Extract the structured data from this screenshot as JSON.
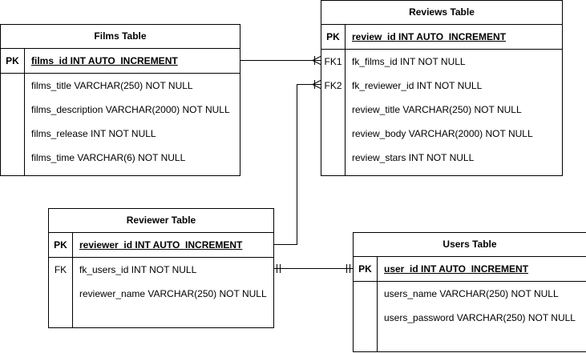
{
  "films": {
    "title": "Films Table",
    "pk_label": "PK",
    "pk_field": "films_id INT AUTO_INCREMENT",
    "fields": [
      "films_title VARCHAR(250) NOT NULL",
      "films_description VARCHAR(2000) NOT NULL",
      "films_release INT NOT NULL",
      "films_time VARCHAR(6) NOT NULL"
    ]
  },
  "reviews": {
    "title": "Reviews Table",
    "pk_label": "PK",
    "pk_field": "review_id INT AUTO_INCREMENT",
    "fk1_label": "FK1",
    "fk2_label": "FK2",
    "fields": [
      "fk_films_id INT NOT NULL",
      "fk_reviewer_id INT NOT NULL",
      "review_title VARCHAR(250) NOT NULL",
      "review_body VARCHAR(2000) NOT NULL",
      "review_stars INT NOT NULL"
    ]
  },
  "reviewer": {
    "title": "Reviewer Table",
    "pk_label": "PK",
    "pk_field": "reviewer_id INT AUTO_INCREMENT",
    "fk_label": "FK",
    "fields": [
      "fk_users_id INT NOT NULL",
      "reviewer_name VARCHAR(250) NOT NULL"
    ]
  },
  "users": {
    "title": "Users Table",
    "pk_label": "PK",
    "pk_field": "user_id INT AUTO_INCREMENT",
    "fields": [
      "users_name VARCHAR(250) NOT NULL",
      "users_password VARCHAR(250) NOT NULL"
    ]
  }
}
